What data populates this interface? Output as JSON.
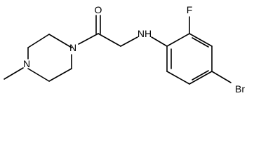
{
  "molecule": {
    "atoms": {
      "oxygen": "O",
      "amine_nh": "NH",
      "fluorine": "F",
      "bromine": "Br",
      "piperazine_n_acyl": "N",
      "piperazine_n_methyl": "N"
    },
    "colors": {
      "bond": "#000000",
      "label": "#000000",
      "background": "#ffffff"
    }
  }
}
